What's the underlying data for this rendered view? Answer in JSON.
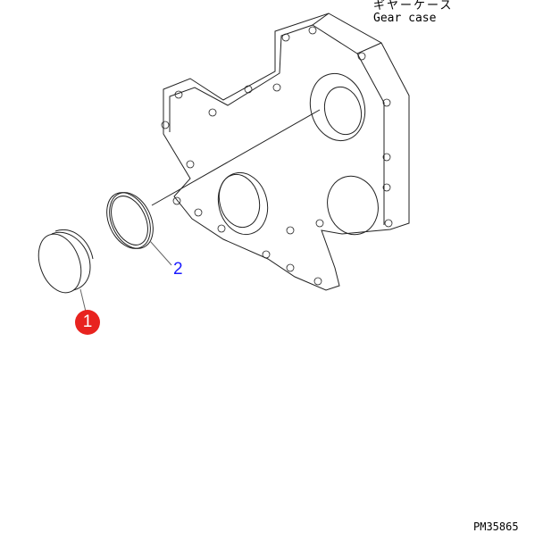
{
  "title_jp": "ギヤーケース",
  "title_en": "Gear case",
  "callouts": [
    {
      "number": "1",
      "style": "red-circle"
    },
    {
      "number": "2",
      "style": "blue-text"
    }
  ],
  "drawing_code": "PM35865",
  "colors": {
    "callout1": "#e8231f",
    "callout2": "#1a1aff"
  }
}
